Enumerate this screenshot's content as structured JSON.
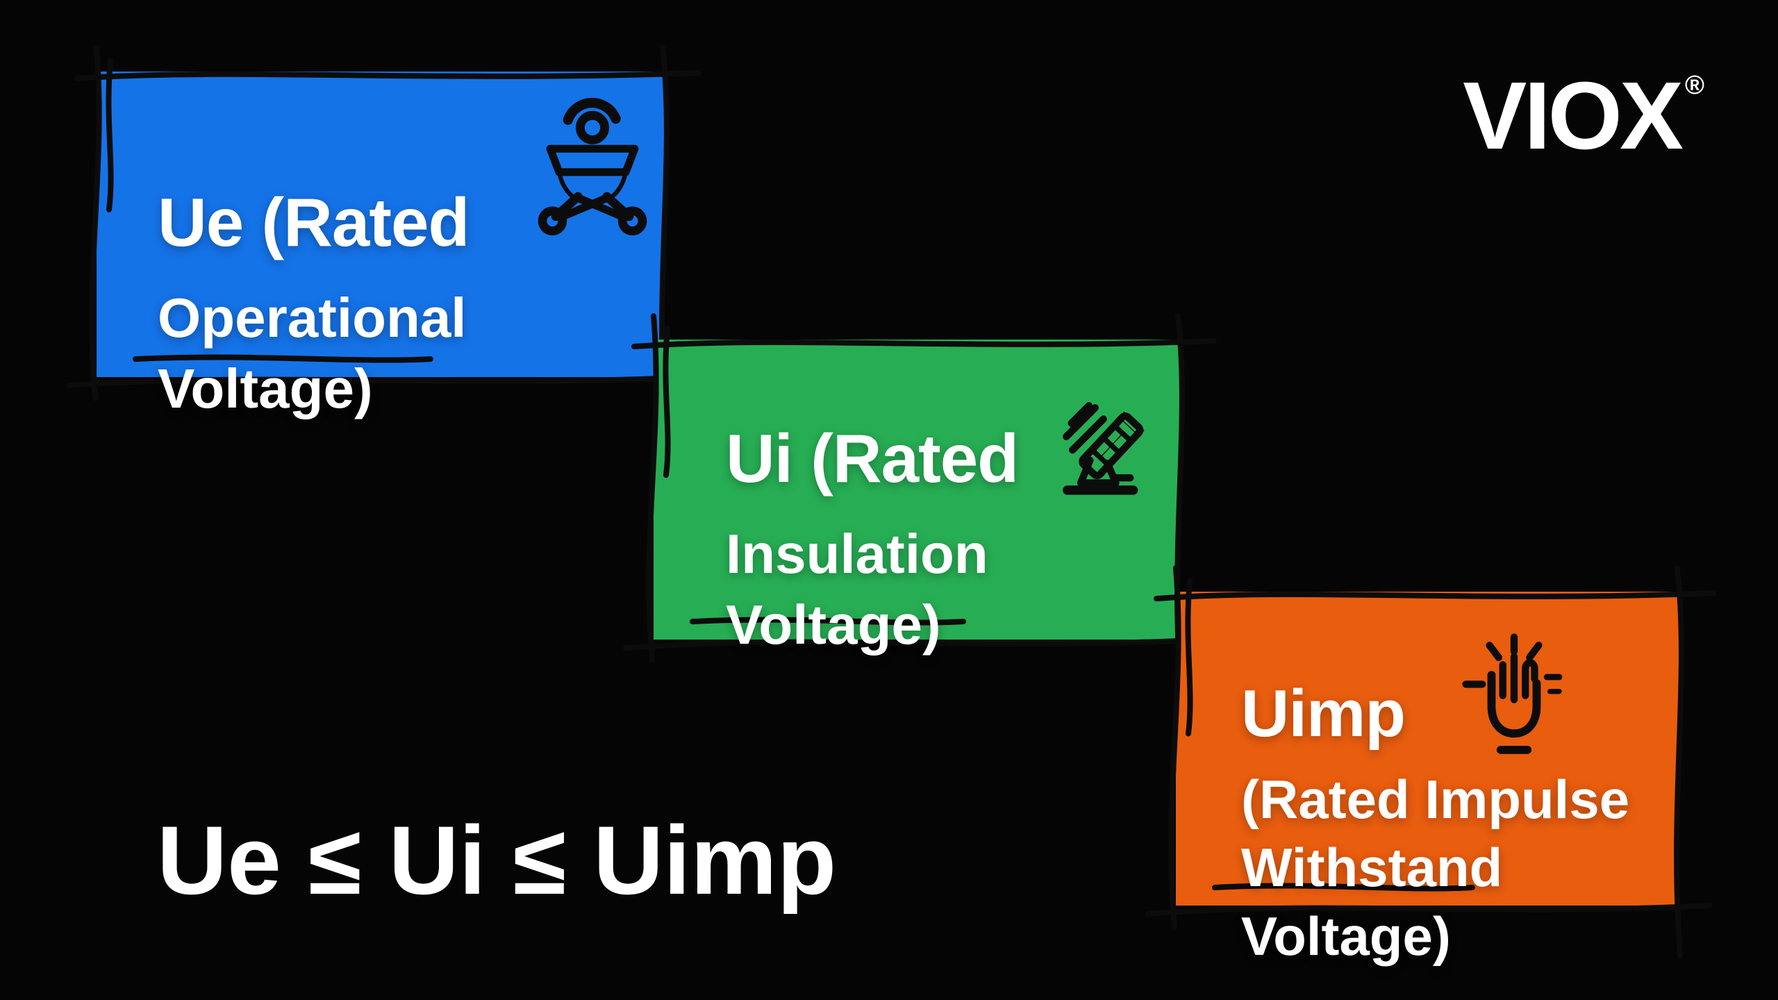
{
  "canvas": {
    "background": "#050505",
    "ink": "#0c0c0c",
    "text_color": "#ffffff"
  },
  "logo": {
    "text": "VIOX",
    "registered_mark": "®"
  },
  "cards": [
    {
      "id": "ue",
      "color": "#1573e8",
      "title": "Ue (Rated",
      "subtitle": "Operational Voltage)",
      "icon": "grill-stand-icon"
    },
    {
      "id": "ui",
      "color": "#27ae54",
      "title": "Ui (Rated",
      "subtitle": "Insulation Voltage)",
      "icon": "tilted-telescope-icon"
    },
    {
      "id": "uimp",
      "color": "#e95d0f",
      "title": "Uimp",
      "subtitle": "(Rated Impulse",
      "subtitle2": "Withstand Voltage)",
      "icon": "impulse-hand-icon"
    }
  ],
  "formula": {
    "text": "Ue ≤ Ui ≤ Uimp"
  }
}
